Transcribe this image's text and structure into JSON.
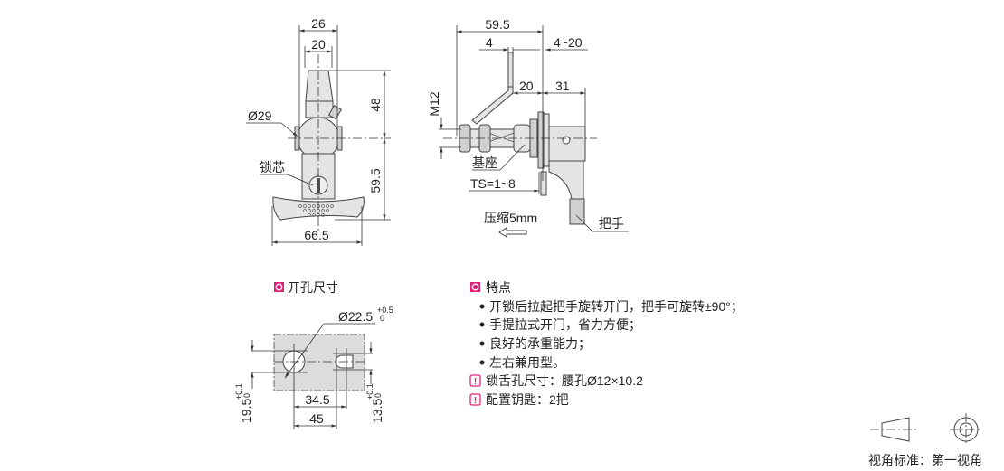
{
  "front_view": {
    "dim_width_outer": "26",
    "dim_width_inner": "20",
    "dim_upper_height": "48",
    "dim_lower_height": "59.5",
    "dim_bar_width": "66.5",
    "dim_knob_diameter": "Ø29",
    "label_lock_core": "锁芯"
  },
  "side_view": {
    "dim_total_depth": "59.5",
    "dim_tongue_thickness": "4",
    "dim_panel_range": "4~20",
    "dim_base_offset": "20",
    "dim_handle_depth": "31",
    "dim_thread": "M12",
    "label_base": "基座",
    "label_thickness": "TS=1~8",
    "label_compress": "压缩5mm",
    "label_handle": "把手"
  },
  "cutout": {
    "title": "开孔尺寸",
    "hole_diameter": "Ø22.5",
    "hole_tol_upper": "+0.5",
    "hole_tol_lower": "0",
    "dim_center_distance": "34.5",
    "dim_total_width": "45",
    "dim_left_height": "19.5",
    "dim_left_tol_upper": "+0.1",
    "dim_left_tol_lower": "0",
    "dim_right_height": "13.5",
    "dim_right_tol_upper": "+0.1",
    "dim_right_tol_lower": "0"
  },
  "features": {
    "title": "特点",
    "bullets": [
      "开锁后拉起把手旋转开门，把手可旋转±90°；",
      "手提拉式开门，省力方便；",
      "良好的承重能力；",
      "左右兼用型。"
    ],
    "notes": [
      "锁舌孔尺寸：腰孔Ø12×10.2",
      "配置钥匙：2把"
    ]
  },
  "projection": {
    "label": "视角标准：第一视角"
  },
  "colors": {
    "accent": "#e0207a"
  }
}
